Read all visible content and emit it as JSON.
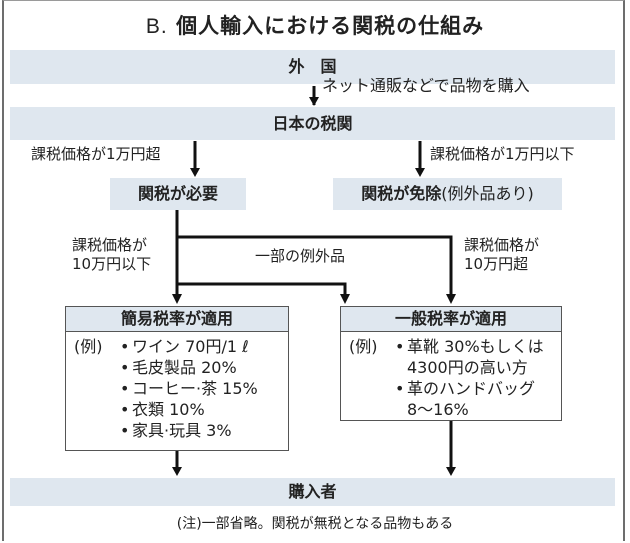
{
  "title": {
    "prefix": "B.",
    "text": "個人輸入における関税の仕組み"
  },
  "nodes": {
    "foreign": "外　国",
    "customs": "日本の税関",
    "duty_required": "関税が必要",
    "duty_exempt": "関税が免除",
    "duty_exempt_note": "(例外品あり)",
    "buyer": "購入者"
  },
  "edges": {
    "purchase": "ネット通販などで品物を購入",
    "over_10k": "課税価格が1万円超",
    "under_10k": "課税価格が1万円以下",
    "under_100k_line1": "課税価格が",
    "under_100k_line2": "10万円以下",
    "exceptions": "一部の例外品",
    "over_100k_line1": "課税価格が",
    "over_100k_line2": "10万円超"
  },
  "simple_rate": {
    "header": "簡易税率が適用",
    "lead": "(例)",
    "items": [
      "ワイン 70円/1 ℓ",
      "毛皮製品 20%",
      "コーヒー·茶 15%",
      "衣類 10%",
      "家具·玩具 3%"
    ]
  },
  "general_rate": {
    "header": "一般税率が適用",
    "lead": "(例)",
    "items": [
      {
        "line1": "革靴 30%もしくは",
        "line2": "4300円の高い方"
      },
      {
        "line1": "革のハンドバッグ",
        "line2": "8〜16%"
      }
    ]
  },
  "note": "(注)一部省略。関税が無税となる品物もある",
  "colors": {
    "band": "#dfe7ef",
    "line": "#111111",
    "frame": "#6d6d6d"
  }
}
